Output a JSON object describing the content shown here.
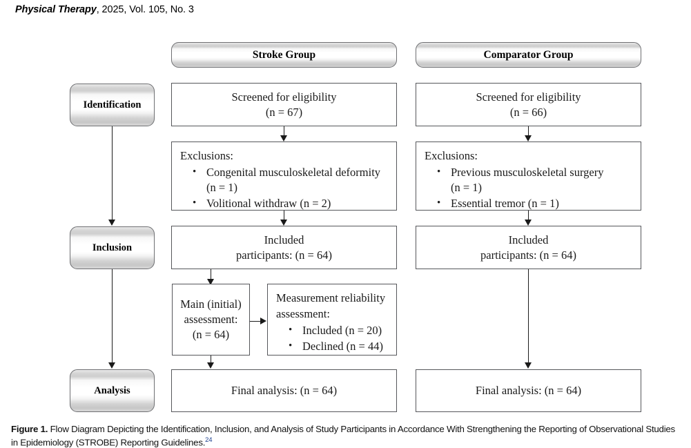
{
  "running_head": {
    "journal": "Physical Therapy",
    "rest": ", 2025, Vol. 105, No. 3"
  },
  "columns": {
    "stroke_group_label": "Stroke Group",
    "comparator_group_label": "Comparator Group"
  },
  "stages": [
    {
      "label": "Identification"
    },
    {
      "label": "Inclusion"
    },
    {
      "label": "Analysis"
    }
  ],
  "stroke": {
    "screened_line1": "Screened for eligibility",
    "screened_line2": "(n = 67)",
    "exclusions_lead": "Exclusions:",
    "exclusions_items": [
      "Congenital musculoskeletal deformity",
      "(n = 1)",
      "Volitional withdraw (n = 2)"
    ],
    "included_line1": "Included",
    "included_line2": "participants: (n = 64)",
    "main_assessment_line1": "Main (initial)",
    "main_assessment_line2": "assessment:",
    "main_assessment_line3": "(n = 64)",
    "reliability_lead1": "Measurement reliability",
    "reliability_lead2": "assessment:",
    "reliability_items": [
      "Included (n = 20)",
      "Declined (n = 44)"
    ],
    "final_analysis": "Final analysis: (n = 64)"
  },
  "comparator": {
    "screened_line1": "Screened for eligibility",
    "screened_line2": "(n = 66)",
    "exclusions_lead": "Exclusions:",
    "exclusions_items": [
      "Previous musculoskeletal surgery",
      "(n = 1)",
      "Essential tremor (n = 1)"
    ],
    "included_line1": "Included",
    "included_line2": "participants: (n = 64)",
    "final_analysis": "Final analysis: (n = 64)"
  },
  "bullet_glyph": "•",
  "caption": {
    "label": "Figure 1.",
    "text": " Flow Diagram Depicting the Identification, Inclusion, and Analysis of Study Participants in Accordance With Strengthening the Reporting of Observational Studies in Epidemiology (STROBE) Reporting Guidelines.",
    "reference": "24"
  },
  "colors": {
    "box_border": "#55565a",
    "banner_border": "#6d6e71",
    "connector": "#1a1a1a",
    "reference_link": "#1b3f8f"
  }
}
